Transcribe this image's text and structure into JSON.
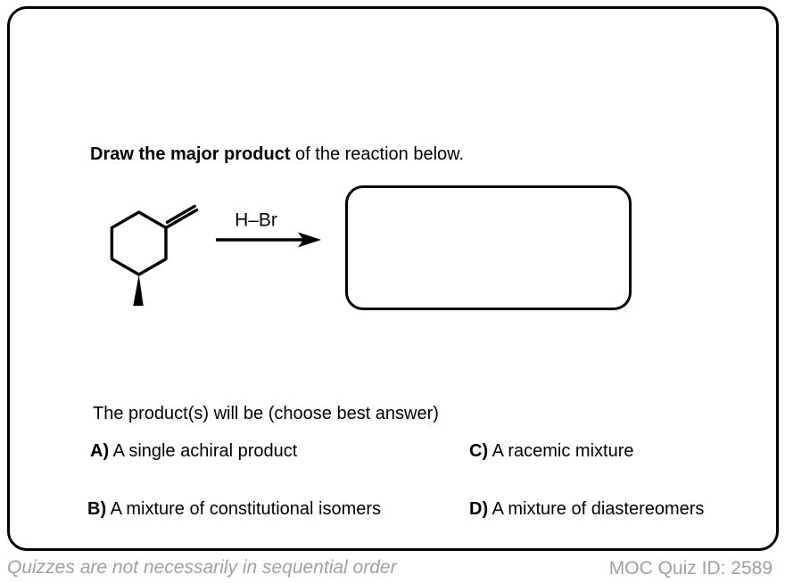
{
  "question": {
    "title_bold": "Draw the major product",
    "title_rest": " of the reaction below.",
    "followup_prompt": "The product(s) will be (choose best answer)"
  },
  "reaction": {
    "reagent_label": "H–Br"
  },
  "options": [
    {
      "key": "A)",
      "label": "A single achiral product"
    },
    {
      "key": "B)",
      "label": "A mixture of constitutional isomers"
    },
    {
      "key": "C)",
      "label": "A racemic mixture"
    },
    {
      "key": "D)",
      "label": "A mixture of diastereomers"
    }
  ],
  "footer": {
    "note": "Quizzes are not necessarily in sequential order",
    "quiz_id": "MOC Quiz ID: 2589"
  },
  "colors": {
    "ink": "#000000",
    "muted": "#a0a0a0"
  }
}
